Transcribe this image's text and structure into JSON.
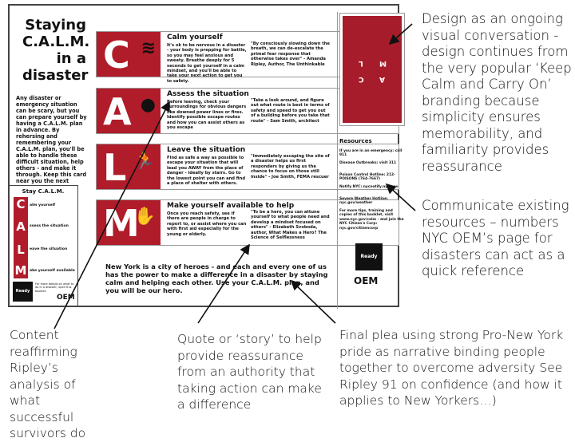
{
  "poster": {
    "title": "Staying C.A.L.M. in a disaster",
    "intro": "Any disaster or emergency situation can be scary, but you can prepare yourself by having a C.A.L.M. plan in advance. By rehersing and remembering your C.A.L.M. plan, you'll be able to handle these difficult situation, help others - and make it through. Keep this card near you the next",
    "rows": [
      {
        "letter": "C",
        "icon": "wind-icon",
        "heading": "Calm yourself",
        "body": "It's ok to be nervous in a disaster - your body is prepping for battle, so you may feel anxious and sweaty. Breathe deeply for 5 seconds to get yourself in a calm mindset, and you'll be able to take your next action to get you to safety.",
        "quote": "\"By consciously slowing down the breath, we can de-escalate the primal fear response that otherwise takes over\" - Amanda Ripley, Author, The Unthinkable"
      },
      {
        "letter": "A",
        "icon": "head-lightbulb-icon",
        "heading": "Assess the situation",
        "body": "Before leaving, check your surroundings for obvious dangers like downed power lines or fires. Identify possible escape routes and how you can assist others as you escape",
        "quote": "\"Take a look around, and figure out what route is best in terms of safety and speed to get you out of a building before you take that route\" - Sam Smith, architect"
      },
      {
        "letter": "L",
        "icon": "running-person-icon",
        "heading": "Leave the situation",
        "body": "Find as safe a way as possible to escape your situation that will lead you AWAY from the place of danger - ideally by stairs. Go to the lowest point you can and find a place of shelter with others.",
        "quote": "\"Immediately escaping the site of a disaster helps us first responders by giving us the chance to focus on those still inside\" - Joe Smith, FEMA rescuer"
      },
      {
        "letter": "M",
        "icon": "helping-hand-icon",
        "heading": "Make yourself available to help",
        "body": "Once you reach safety, see if there are people in charge to report to, or assist where you can with first aid especially for the young or elderly.",
        "quote": "\"To be a hero, you can attune yourself to what people need and develop a mindset focused on others\" - Elizabeth Svoboda, author, What Makes a Hero? The Science of Selflessness"
      }
    ],
    "plea": "New York is a city of heroes - and each and every one of us has the power to make a difference in a disaster by staying calm and helping each other. Use your C.A.L.M. plan, and you will be our hero.",
    "card": {
      "title": "Stay C.A.L.M.",
      "items": [
        {
          "letter": "C",
          "text": "alm yourself"
        },
        {
          "letter": "A",
          "text": "ssess the situation"
        },
        {
          "letter": "L",
          "text": "eave the situation"
        },
        {
          "letter": "M",
          "text": "ake yourself available"
        }
      ],
      "note": "For more details on what to do in a disaster, open this booklet.",
      "ready": "Ready",
      "oem": "OEM"
    },
    "side_letters": [
      "L",
      "M",
      "C",
      "A"
    ],
    "resources": {
      "title": "Resources",
      "items": [
        "If you are in an emergency: call 911",
        "Disease Outbreaks: visit 311",
        "Poison Control Hotline: 212-POISONS (764-7667)",
        "Notify NYC: nycnotify.nyc.gov",
        "Severe Weather Hotline: nyc.gov/weather",
        "For more tips, training and copies of this booklet, visit www.nyc.gov/calm - and join the NYC Citizen's Corp: nyc.gov/citizencorp"
      ],
      "ready": "Ready",
      "oem": "OEM"
    },
    "brand_red": "#b01c2a"
  },
  "annotations": {
    "design": "Design as an ongoing visual conversation - design continues from the very popular ‘Keep Calm and Carry On’ branding because simplicity ensures memorability, and familiarity provides reassurance",
    "resources": "Communicate existing resources – numbers NYC OEM’s page for disasters can act as a quick reference",
    "content": "Content reaffirming Ripley’s analysis of what successful survivors do",
    "quote": "Quote or ‘story’ to help provide reassurance from an authority that taking action can make a difference",
    "plea": "Final plea using strong Pro-New York pride as narrative binding people together to overcome adversity See Ripley 91 on confidence (and how it applies to New Yorkers…)"
  }
}
